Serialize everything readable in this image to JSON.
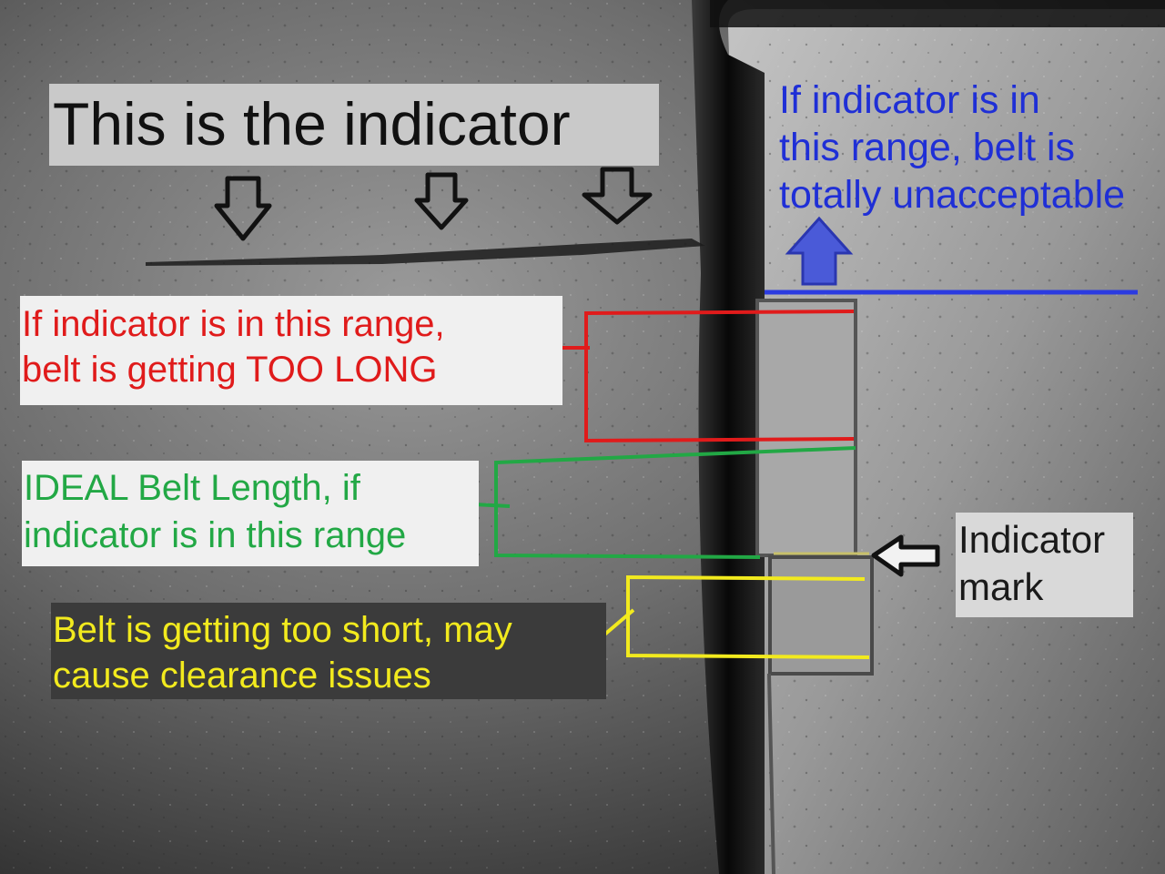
{
  "annotations": {
    "title": "This is the indicator",
    "too_long": [
      "If indicator is in this range,",
      "belt is getting TOO LONG"
    ],
    "ideal": [
      "IDEAL Belt Length, if",
      "indicator is in this range"
    ],
    "too_short": [
      "Belt is getting too short, may",
      "cause clearance issues"
    ],
    "unacceptable": [
      "If indicator is in",
      "this range, belt is",
      "totally unacceptable"
    ],
    "indicator_mark": [
      "Indicator",
      "mark"
    ]
  },
  "colors": {
    "too_long": "#e01b1b",
    "ideal": "#22a845",
    "too_short": "#f2ea1e",
    "unacceptable": "#1f2fd6",
    "arrow_outline": "#111111"
  },
  "icons": {
    "down_arrows": "down-arrow-outline",
    "up_arrow": "up-arrow-filled-blue",
    "left_arrow": "left-arrow-outline"
  }
}
